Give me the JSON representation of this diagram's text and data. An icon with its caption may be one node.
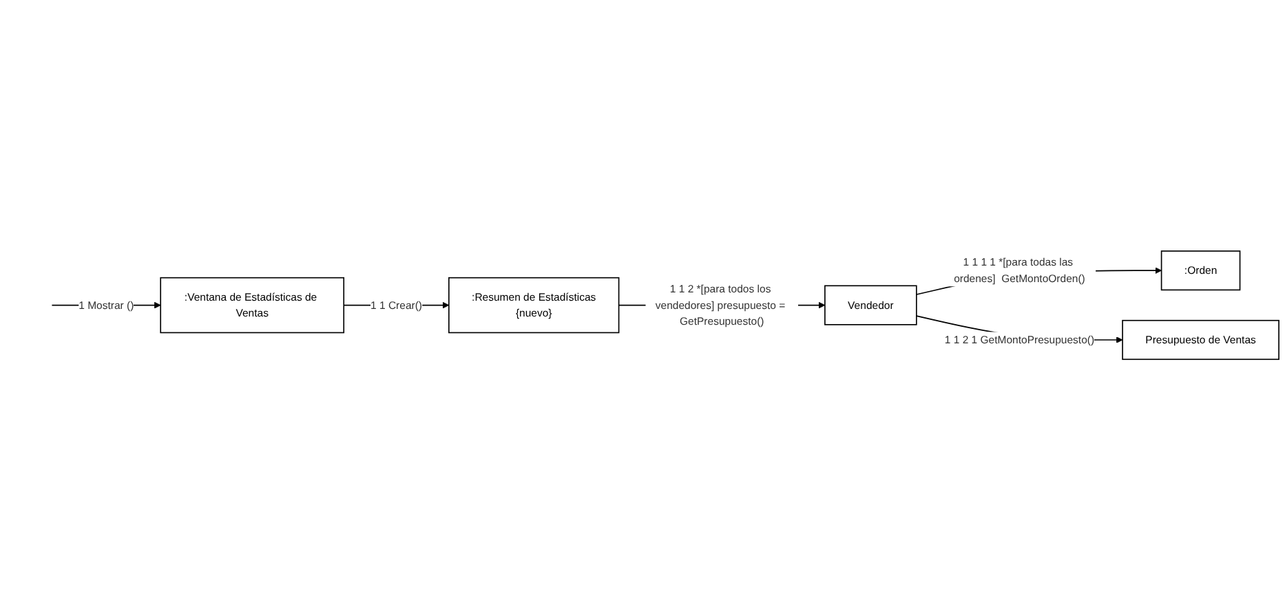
{
  "diagram": {
    "nodes": [
      {
        "text": [
          ":Ventana de Estadísticas de Ventas"
        ]
      },
      {
        "text": [
          ":Resumen de Estadísticas",
          "{nuevo}"
        ]
      },
      {
        "text": [
          ":Orden"
        ]
      },
      {
        "text": [
          "Vendedor"
        ]
      },
      {
        "text": [
          "Presupuesto de Ventas"
        ]
      }
    ],
    "edges": [
      {
        "from": null,
        "to": 0,
        "arrow": "to",
        "label": "1  Mostrar ()"
      },
      {
        "from": 0,
        "to": 1,
        "arrow": "to",
        "label": "1 1  Crear()"
      },
      {
        "from": 1,
        "to": 3,
        "arrow": "to",
        "label": "1 1 2 *[para todos los vendedores] presupuesto = GetPresupuesto()"
      },
      {
        "from": 3,
        "to": 2,
        "arrow": "to",
        "label": "1 1 1 1 *[para todas las ordenes]  GetMontoOrden()"
      },
      {
        "from": 3,
        "to": 4,
        "arrow": "to",
        "label": "1 1 2 1  GetMontoPresupuesto()"
      }
    ]
  }
}
